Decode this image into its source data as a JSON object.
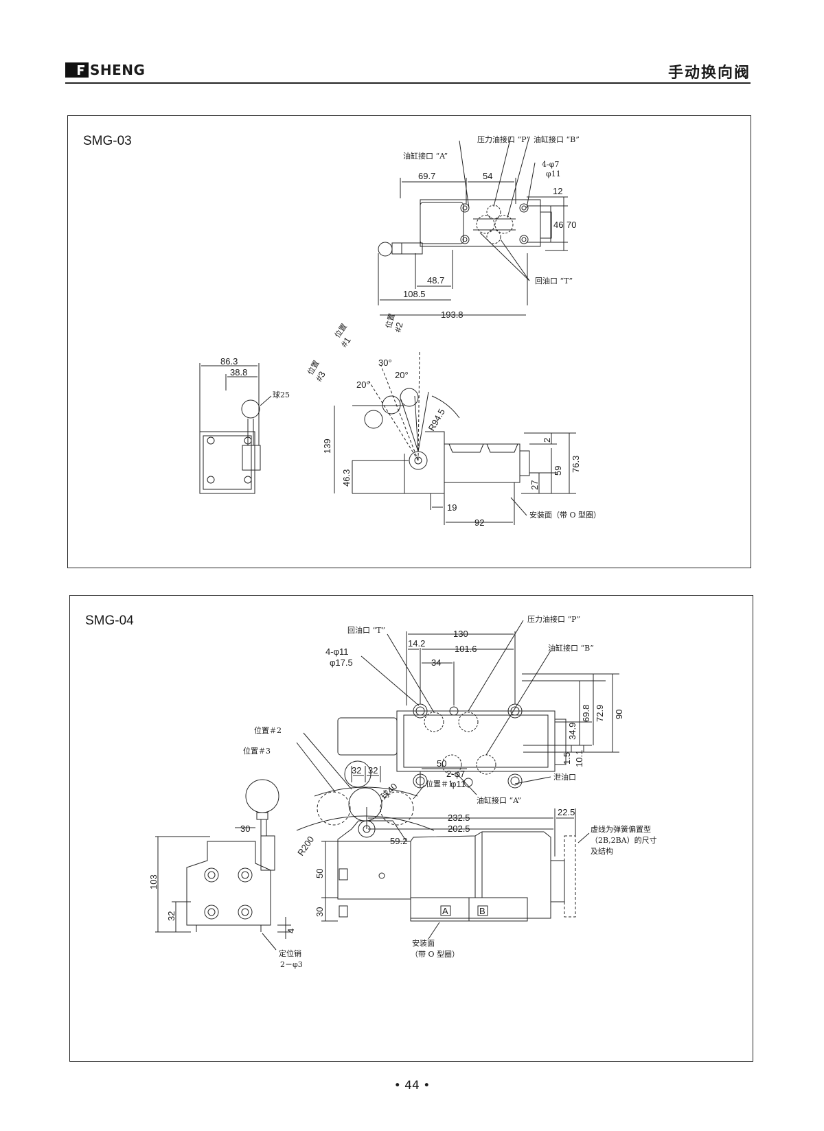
{
  "header": {
    "brand": "SHENG",
    "title": "手动换向阀"
  },
  "page_number": "• 44 •",
  "smg03": {
    "model": "SMG-03",
    "labels": {
      "port_p": "压力油接口 “P”",
      "port_b": "油缸接口 “B”",
      "port_a": "油缸接口 “A”",
      "port_t": "回油口 “T”",
      "holes_a": "4-φ7",
      "holes_b": "φ11",
      "ball": "球25",
      "pos1": "位置",
      "pos1n": "#1",
      "pos2": "位置",
      "pos2n": "#2",
      "pos3": "位置",
      "pos3n": "#3",
      "mount": "安装面（带 O 型圈）"
    },
    "dims": {
      "d69_7": "69.7",
      "d54": "54",
      "d12": "12",
      "d46": "46",
      "d70": "70",
      "d48_7": "48.7",
      "d108_5": "108.5",
      "d193_8": "193.8",
      "d86_3": "86.3",
      "d38_8": "38.8",
      "a30": "30°",
      "a20a": "20°",
      "a20b": "20°",
      "r94_5": "R94.5",
      "d139": "139",
      "d46_3": "46.3",
      "d2": "2",
      "d59": "59",
      "d76_3": "76.3",
      "d27": "27",
      "d19": "19",
      "d92": "92"
    }
  },
  "smg04": {
    "model": "SMG-04",
    "labels": {
      "port_t": "回油口 “T”",
      "port_p": "压力油接口 “P”",
      "port_b": "油缸接口 “B”",
      "port_a": "油缸接口 “A”",
      "holes_a": "4-φ11",
      "holes_b": "φ17.5",
      "holes2_a": "2-φ7",
      "holes2_b": "φ11",
      "drain": "泄油口",
      "pos2": "位置＃2",
      "pos3": "位置＃3",
      "pos1": "位置＃1",
      "ball": "球40",
      "note1": "虚线为弹簧偏置型",
      "note2": "（2B,2BA）的尺寸",
      "note3": "及结构",
      "pin1": "定位销",
      "pin2": "2－φ3",
      "mount1": "安装面",
      "mount2": "（带 O 型圈）",
      "mark_a": "A",
      "mark_b": "B"
    },
    "dims": {
      "d130": "130",
      "d14_2": "14.2",
      "d101_6": "101.6",
      "d34": "34",
      "d69_8": "69.8",
      "d72_9": "72.9",
      "d90": "90",
      "d34_9": "34.9",
      "d1_5": "1.5",
      "d10_1": "10.1",
      "d50": "50",
      "d32a": "32",
      "d32b": "32",
      "r200": "R200",
      "d232_5": "232.5",
      "d202_5": "202.5",
      "d22_5": "22.5",
      "d59_2": "59.2",
      "d30": "30",
      "d103": "103",
      "d32c": "32",
      "d50v": "50",
      "d30v": "30",
      "d4": "4"
    }
  }
}
